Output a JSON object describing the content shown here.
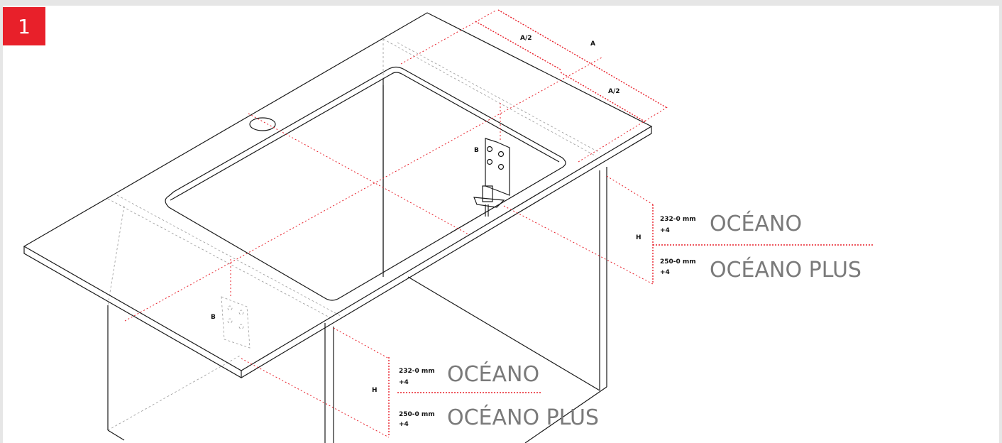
{
  "step": {
    "number": "1"
  },
  "colors": {
    "accent": "#e8202a",
    "line": "#1a1a1a",
    "text_muted": "#7a7a7a"
  },
  "dimensions": {
    "a_label": "A",
    "a_half_top": "A/2",
    "a_half_bottom": "A/2",
    "b_top": "B",
    "b_bottom": "B",
    "h_right": "H",
    "h_bottom": "H"
  },
  "right_spec": {
    "row1_mm": "232-0 mm",
    "row1_tol": "+4",
    "row1_model": "OCÉANO",
    "row2_mm": "250-0 mm",
    "row2_tol": "+4",
    "row2_model": "OCÉANO PLUS"
  },
  "bottom_spec": {
    "row1_mm": "232-0 mm",
    "row1_tol": "+4",
    "row1_model": "OCÉANO",
    "row2_mm": "250-0 mm",
    "row2_tol": "+4",
    "row2_model": "OCÉANO PLUS"
  }
}
